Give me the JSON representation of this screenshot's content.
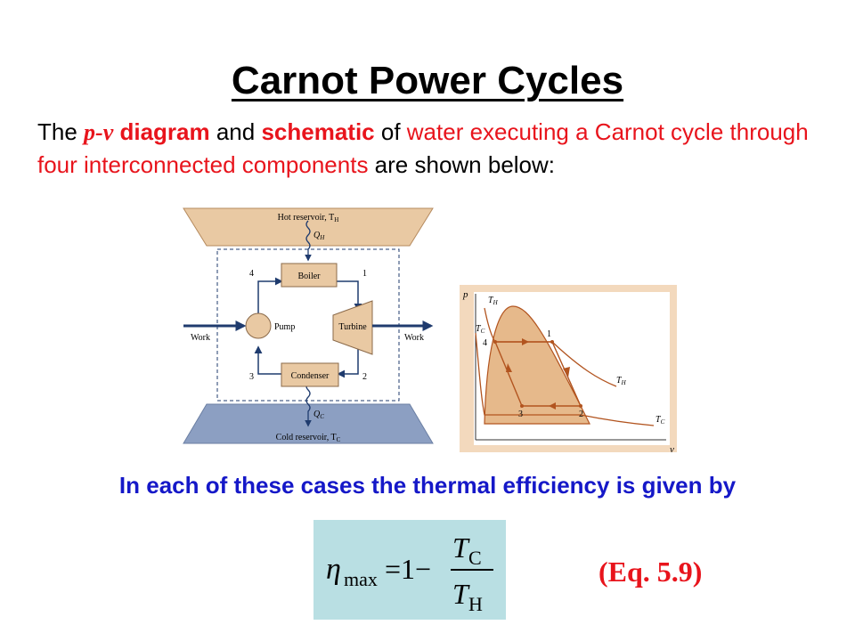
{
  "title": "Carnot Power Cycles",
  "intro": {
    "t1": "The ",
    "p": "p",
    "dash": "-",
    "v": "v",
    "diagram": " diagram",
    "and": " and ",
    "schematic": "schematic",
    "of": " of ",
    "red_text": "water executing a Carnot cycle through four interconnected components",
    "tail": " are shown below:"
  },
  "schematic": {
    "hot_reservoir": "Hot reservoir, T",
    "hot_sub": "H",
    "qh": "Q",
    "qh_sub": "H",
    "cold_reservoir": "Cold reservoir, T",
    "cold_sub": "C",
    "qc": "Q",
    "qc_sub": "C",
    "boiler": "Boiler",
    "condenser": "Condenser",
    "pump": "Pump",
    "turbine": "Turbine",
    "work_in": "Work",
    "work_out": "Work",
    "state1": "1",
    "state2": "2",
    "state3": "3",
    "state4": "4"
  },
  "pv_diagram": {
    "p_axis": "p",
    "v_axis": "v",
    "th_top": "T",
    "th_top_sub": "H",
    "tc_top": "T",
    "tc_top_sub": "C",
    "th_right": "T",
    "th_right_sub": "H",
    "tc_right": "T",
    "tc_right_sub": "C",
    "s1": "1",
    "s2": "2",
    "s3": "3",
    "s4": "4"
  },
  "efficiency_text": "In each of these cases the thermal efficiency is given by",
  "equation": {
    "eta": "η",
    "eta_sub": "max",
    "equals": "=1−",
    "num": "T",
    "num_sub": "C",
    "den": "T",
    "den_sub": "H"
  },
  "eq_label": "(Eq. 5.9)",
  "colors": {
    "red": "#e8141c",
    "blue": "#1518c8",
    "hot_fill": "#e9c9a3",
    "cold_fill": "#8c9fc2",
    "dome_fill": "#e6b98b",
    "equation_bg": "#b9dfe3",
    "arrow": "#1f3b6e"
  }
}
